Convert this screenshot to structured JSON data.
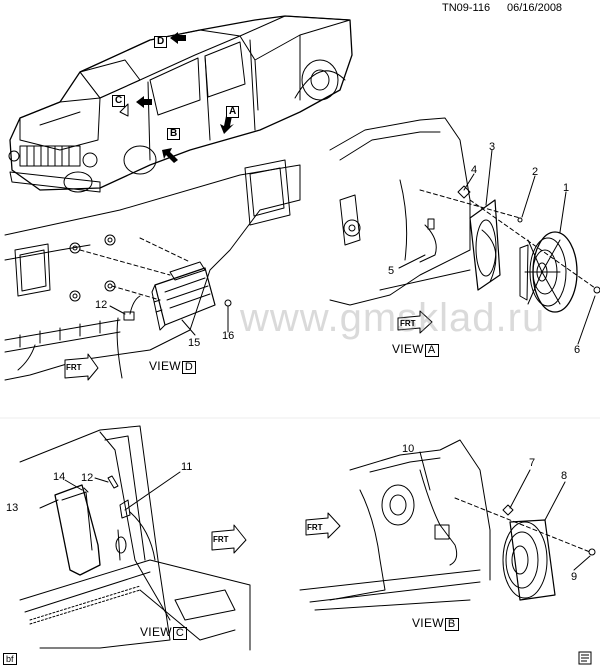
{
  "header": {
    "code": "TN09-116",
    "date": "06/16/2008"
  },
  "watermark": "www.gmsklad.ru",
  "corner_tag": "bf",
  "vehicle_arrows": [
    "D",
    "C",
    "B",
    "A"
  ],
  "views": [
    {
      "prefix": "VIEW",
      "letter": "D"
    },
    {
      "prefix": "VIEW",
      "letter": "A"
    },
    {
      "prefix": "VIEW",
      "letter": "C"
    },
    {
      "prefix": "VIEW",
      "letter": "B"
    }
  ],
  "frt_label": "FRT",
  "callouts": [
    "1",
    "2",
    "3",
    "4",
    "5",
    "6",
    "7",
    "8",
    "9",
    "10",
    "11",
    "12",
    "12",
    "13",
    "14",
    "15",
    "16"
  ]
}
